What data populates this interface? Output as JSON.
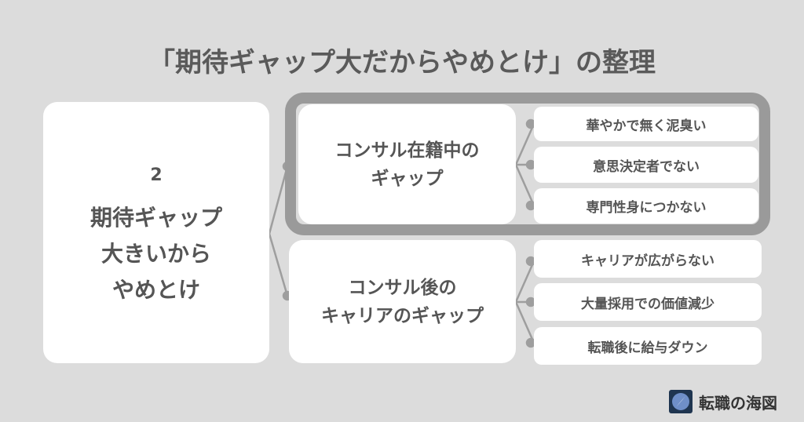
{
  "title": "「期待ギャップ大だからやめとけ」の整理",
  "root": {
    "number": "2",
    "lines": [
      "期待ギャップ",
      "大きいから",
      "やめとけ"
    ]
  },
  "branches": [
    {
      "lines": [
        "コンサル在籍中の",
        "ギャップ"
      ],
      "highlighted": true,
      "items": [
        "華やかで無く泥臭い",
        "意思決定者でない",
        "専門性身につかない"
      ]
    },
    {
      "lines": [
        "コンサル後の",
        "キャリアのギャップ"
      ],
      "highlighted": false,
      "items": [
        "キャリアが広がらない",
        "大量採用での価値減少",
        "転職後に給与ダウン"
      ]
    }
  ],
  "brand": {
    "name": "転職の海図",
    "icon": "compass-icon"
  },
  "colors": {
    "background": "#dcdcdc",
    "frame": "#9a9a9a",
    "line": "#9e9e9e",
    "text": "#555555"
  }
}
